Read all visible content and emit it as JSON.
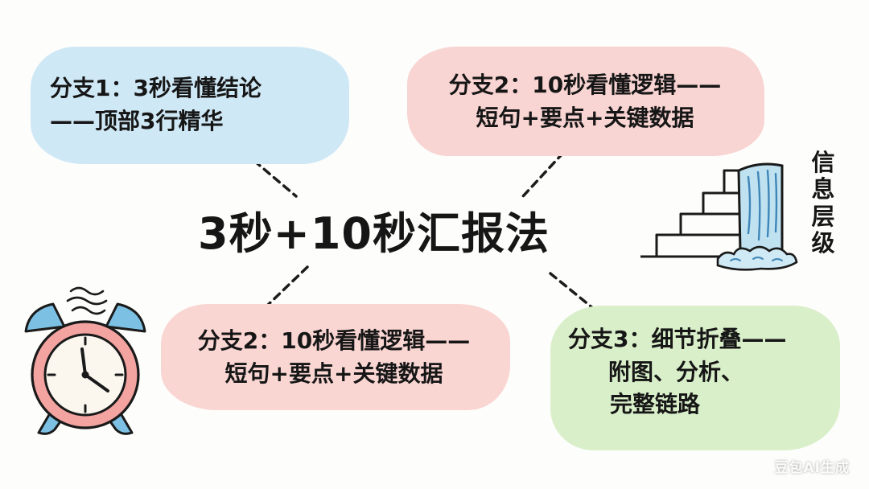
{
  "title": "3秒+10秒汇报法",
  "branches": [
    {
      "lines": [
        "分支1：3秒看懂结论",
        "——顶部3行精华"
      ],
      "color": "#cfe8f6"
    },
    {
      "lines": [
        "分支2：10秒看懂逻辑——",
        "短句+要点+关键数据"
      ],
      "color": "#f8d4d2"
    },
    {
      "lines": [
        "分支2：10秒看懂逻辑——",
        "短句+要点+关键数据"
      ],
      "color": "#fad6d3"
    },
    {
      "lines": [
        "分支3：细节折叠——",
        "附图、分析、",
        "完整链路"
      ],
      "color": "#d9efc9"
    }
  ],
  "side_label": [
    "信",
    "息",
    "层",
    "级"
  ],
  "watermark": "豆包AI生成",
  "icons": {
    "alarm": "alarm-clock-icon",
    "waterfall": "stairs-waterfall-icon"
  }
}
